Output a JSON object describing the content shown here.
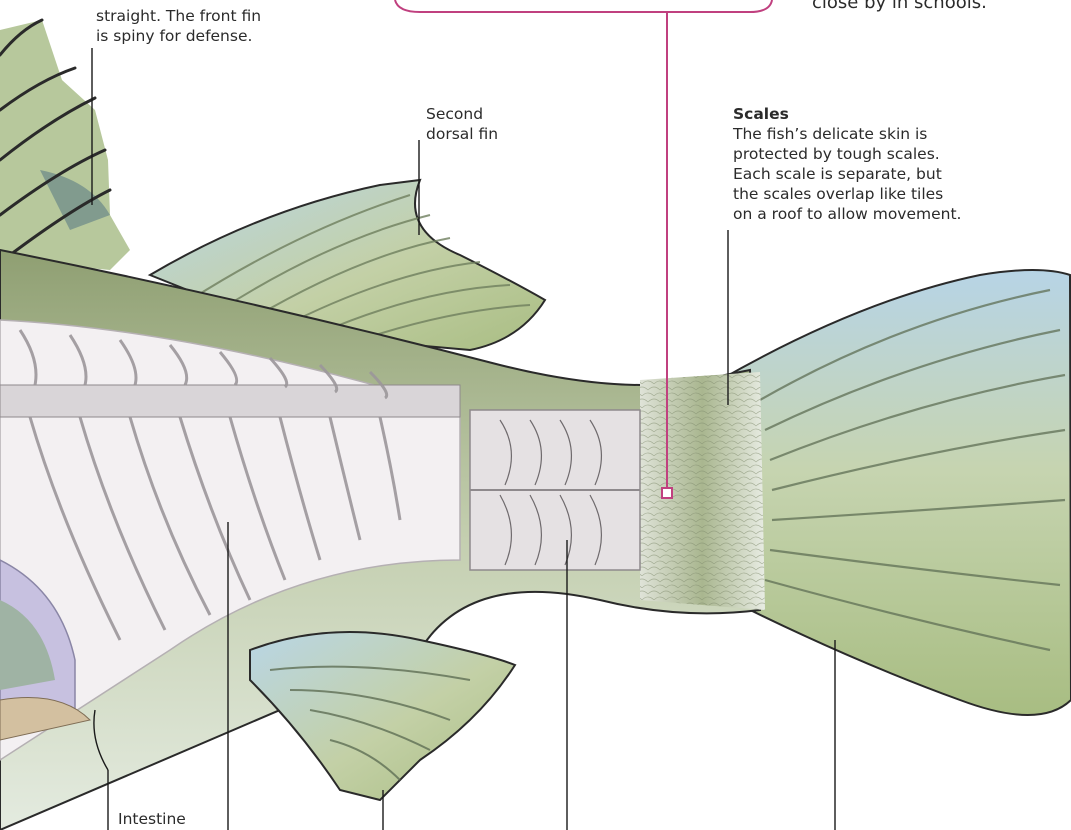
{
  "labels": {
    "dorsal_fin_text": "straight. The front fin\nis spiny for defense.",
    "second_dorsal": "Second\ndorsal fin",
    "schools_text": "close by in schools.",
    "scales_title": "Scales",
    "scales_text": "The fish’s delicate skin is\nprotected by tough scales.\nEach scale is separate, but\nthe scales overlap like tiles\non a roof to allow movement.",
    "intestine": "Intestine"
  },
  "colors": {
    "fin_green": "#b7c896",
    "fin_blue": "#b6d3e2",
    "body_dark": "#9aaa7c",
    "bone": "#eae7e8",
    "outline": "#2a2a2a",
    "callout_pink": "#c0407f"
  }
}
